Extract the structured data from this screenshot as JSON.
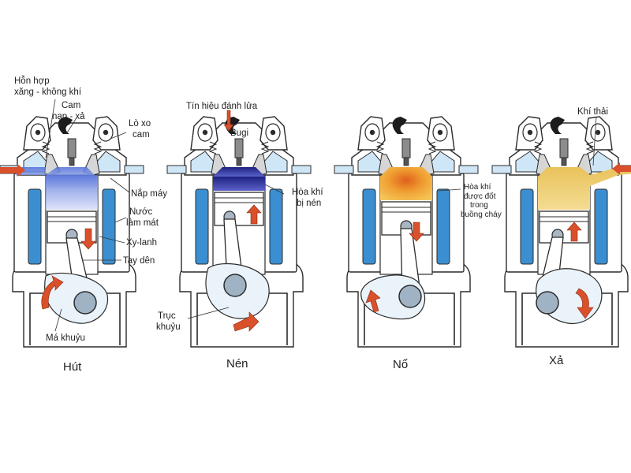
{
  "labels": {
    "mixture_line1": "Hỗn hợp",
    "mixture_line2": "xăng - không khí",
    "cam_line1": "Cam",
    "cam_line2": "nạp - xả",
    "spring_line1": "Lò xo",
    "spring_line2": "cam",
    "cylinder_head": "Nắp máy",
    "coolant_line1": "Nước",
    "coolant_line2": "làm mát",
    "cylinder": "Xy-lanh",
    "connecting_rod": "Tay dên",
    "crank_web": "Má khuỷu",
    "ignition_signal": "Tín hiệu đánh lửa",
    "spark_plug": "Bugi",
    "compressed_line1": "Hòa khí",
    "compressed_line2": "bị nén",
    "crankshaft_line1": "Trục",
    "crankshaft_line2": "khuỷu",
    "burned_line1": "Hòa khí",
    "burned_line2": "được đốt",
    "burned_line3": "trong",
    "burned_line4": "buồng cháy",
    "exhaust_gas": "Khí thải"
  },
  "strokes": [
    {
      "name": "Hút"
    },
    {
      "name": "Nén"
    },
    {
      "name": "Nổ"
    },
    {
      "name": "Xả"
    }
  ],
  "colors": {
    "coolant": "#3b8fd1",
    "intake_mixture": "#6f8ee6",
    "compressed_mixture": "#2a2f9e",
    "combustion": "#f0b13a",
    "exhaust": "#efcf6d",
    "arrow": "#d9502a"
  }
}
